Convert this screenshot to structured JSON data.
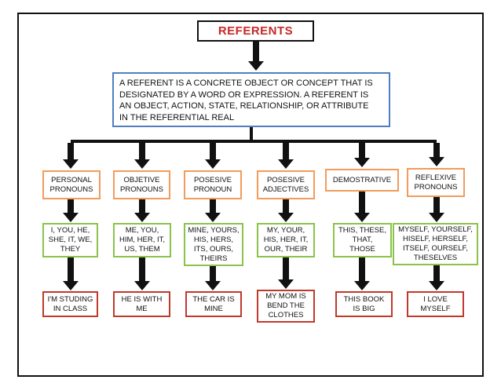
{
  "title": "REFERENTS",
  "definition": "A REFERENT IS A CONCRETE OBJECT OR CONCEPT THAT IS\nDESIGNATED BY A WORD OR EXPRESSION. A REFERENT IS\nAN OBJECT, ACTION, STATE, RELATIONSHIP, OR ATTRIBUTE\nIN THE REFERENTIAL REAL",
  "categories": [
    {
      "label": "PERSONAL\nPRONOUNS",
      "examples": "I, YOU, HE,\nSHE, IT, WE,\nTHEY",
      "sentence": "I'M STUDING\nIN CLASS"
    },
    {
      "label": "OBJETIVE\nPRONOUNS",
      "examples": "ME, YOU,\nHIM, HER, IT,\nUS, THEM",
      "sentence": "HE IS WITH\nME"
    },
    {
      "label": "POSESIVE\nPRONOUN",
      "examples": "MINE, YOURS,\nHIS, HERS,\nITS, OURS,\nTHEIRS",
      "sentence": "THE CAR IS\nMINE"
    },
    {
      "label": "POSESIVE\nADJECTIVES",
      "examples": "MY, YOUR,\nHIS, HER, IT,\nOUR, THEIR",
      "sentence": "MY MOM IS\nBEND THE\nCLOTHES"
    },
    {
      "label": "DEMOSTRATIVE",
      "examples": "THIS, THESE,\nTHAT,\nTHOSE",
      "sentence": "THIS BOOK\nIS BIG"
    },
    {
      "label": "REFLEXIVE\nPRONOUNS",
      "examples": "MYSELF, YOURSELF,\nHISELF, HERSELF,\nITSELF, OURSELF,\nTHESELVES",
      "sentence": "I LOVE\nMYSELF"
    }
  ],
  "colors": {
    "title_text": "#c62828",
    "definition_border": "#4f7fc0",
    "category_border": "#f39b5a",
    "example_border": "#8bc34a",
    "sentence_border": "#c0392b",
    "arrows": "#111111"
  }
}
